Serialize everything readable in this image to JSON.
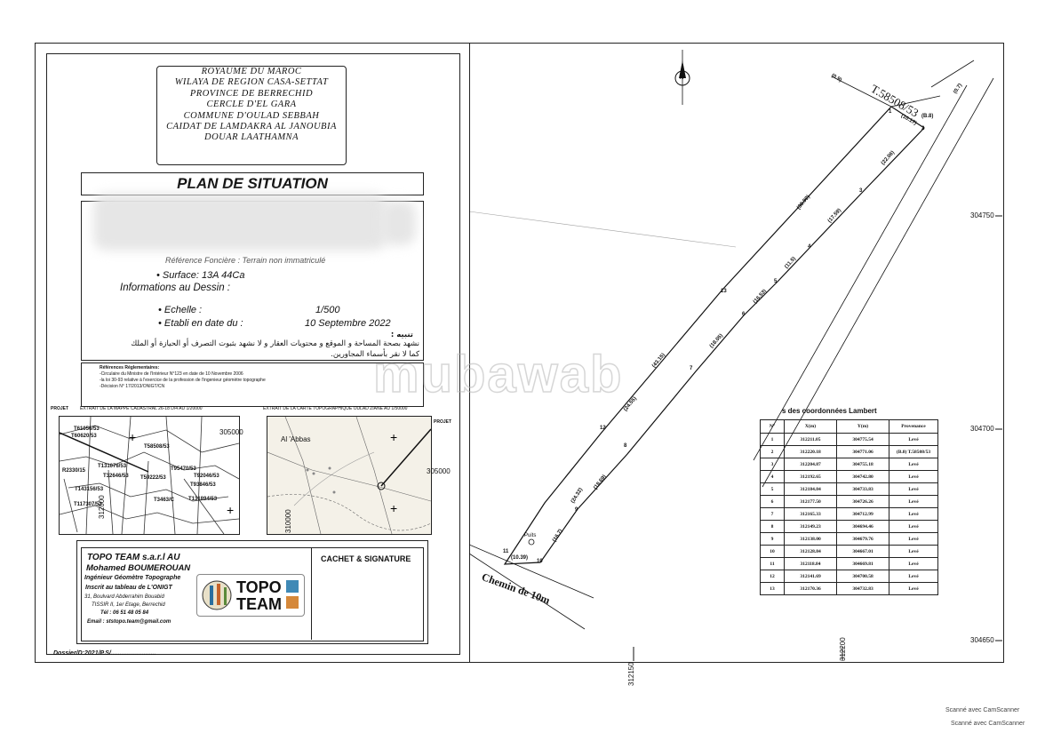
{
  "header": {
    "lines": [
      "ROYAUME DU MAROC",
      "WILAYA DE REGION CASA-SETTAT",
      "PROVINCE DE BERRECHID",
      "CERCLE D'EL GARA",
      "COMMUNE D'OULAD SEBBAH",
      "CAIDAT DE LAMDAKRA AL JANOUBIA",
      "DOUAR LAATHAMNA"
    ]
  },
  "title": "PLAN DE SITUATION",
  "info": {
    "reference": "Référence Foncière : Terrain non immatriculé",
    "surface": "Surface:  13A  44Ca",
    "informations": "Informations au Dessin :",
    "echelle_label": "Echelle  :",
    "echelle_value": "1/500",
    "etabli_label": "Etabli en date du  :",
    "etabli_value": "10 Septembre 2022",
    "arabic_notice": "تنبيه :",
    "arabic_line1": "نشهد بصحة المساحة و الموقع و محتويات العقار و لا نشهد بثبوت التصرف أو الحيازة أو الملك",
    "arabic_line2": "كما لا نقر بأسماء المجاورين."
  },
  "refs": {
    "title": "Références Réglementaires:",
    "lines": [
      "-Circulaire du Ministre de l'Intérieur N°123 en date de 10 Novembre 2006",
      "-la loi 30-93 relative à l'exercice de la profession de l'ingenieur géomètre topographe",
      "-Décision N° 17/2013/ONIGT/CN"
    ]
  },
  "cadastral_extract": {
    "title": "EXTRAIT DE LA MAPPE CADASTRAL 26-18 D/4 AU 1/20000",
    "projet": "PROJET",
    "parcels": [
      "T61056/53",
      "T60620/53",
      "T58508/53",
      "R2330/15",
      "T131076/53",
      "T32646/53",
      "T59222/53",
      "T95470/53",
      "T92046/53",
      "T93846/53",
      "T143156/53",
      "T117307/53",
      "T3463/C",
      "T131894/53"
    ],
    "coord_x": "305000",
    "coord_y": "312000"
  },
  "topo_extract": {
    "title": "EXTRAIT DE LA CARTE TOPOGRAPHIQUE OULAD ZIANE AU 1/50000",
    "projet": "PROJET",
    "place": "Al 'Abbas",
    "coord_x": "305000",
    "coord_y": "310000"
  },
  "company": {
    "name": "TOPO TEAM s.a.r.l AU",
    "person": "Mohamed  BOUMEROUAN",
    "role": "Ingénieur Géomètre Topographe",
    "inscrit": "Inscrit au tableau de L'ONIGT",
    "address1": "31, Boulvard Abderrahim Bouabid",
    "address2": "TISSIR II, 1er Etage, Berrechid",
    "tel": "Tél : 06 51 48 05 84",
    "email": "Email : ststopo.team@gmail.com",
    "logo_top": "TOPO",
    "logo_bottom": "TEAM",
    "cachet": "CACHET & SIGNATURE",
    "dossier": "Dossier/D:2021/P.S/.........................."
  },
  "plan": {
    "north": "N",
    "parcel_ref": "T.58508/53",
    "road": "Chemin de 10m",
    "puits": "Puits",
    "coord_y_labels": [
      "304750",
      "304700",
      "304650"
    ],
    "coord_x_labels": [
      "312150",
      "312200"
    ],
    "points": [
      "1",
      "2",
      "3",
      "4",
      "5",
      "6",
      "7",
      "8",
      "9",
      "10",
      "11",
      "12",
      "13"
    ],
    "distances": [
      "(10.17)",
      "(22.06)",
      "(17.59)",
      "(11.5)",
      "(16.53)",
      "(18.05)",
      "(18.69)",
      "(16.7)",
      "(10.39)",
      "(24.32)",
      "(24.55)",
      "(43.15)",
      "(38.99)",
      "(0.9)",
      "(0.7)",
      "(B.8)"
    ],
    "watermark": "mubawab"
  },
  "coords_table": {
    "title": "s des coordonnées Lambert",
    "headers": [
      "N°",
      "X(m)",
      "Y(m)",
      "Provenance"
    ],
    "rows": [
      [
        "1",
        "312211.05",
        "304775.54",
        "Levé"
      ],
      [
        "2",
        "312220.18",
        "304771.06",
        "(B.8) T.58508/53"
      ],
      [
        "3",
        "312204.87",
        "304755.18",
        "Levé"
      ],
      [
        "4",
        "312192.65",
        "304742.80",
        "Levé"
      ],
      [
        "5",
        "312184.84",
        "304733.83",
        "Levé"
      ],
      [
        "6",
        "312177.50",
        "304726.26",
        "Levé"
      ],
      [
        "7",
        "312165.33",
        "304712.99",
        "Levé"
      ],
      [
        "8",
        "312149.23",
        "304694.46",
        "Levé"
      ],
      [
        "9",
        "312138.00",
        "304679.76",
        "Levé"
      ],
      [
        "10",
        "312128.84",
        "304667.01",
        "Levé"
      ],
      [
        "11",
        "312118.84",
        "304669.81",
        "Levé"
      ],
      [
        "12",
        "312141.69",
        "304700.58",
        "Levé"
      ],
      [
        "13",
        "312170.36",
        "304732.83",
        "Levé"
      ]
    ]
  },
  "scanner": {
    "line1": "Scanné avec CamScanner",
    "line2": "Scanné avec CamScanner"
  }
}
